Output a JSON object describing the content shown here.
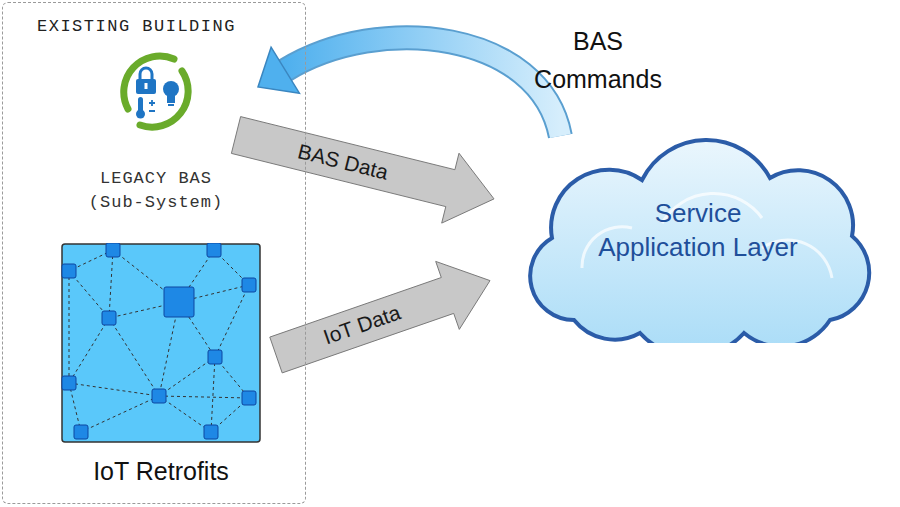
{
  "diagram": {
    "nodes": [
      {
        "text": [
          "EXISTING BUILDING"
        ]
      },
      {
        "text": [
          "LEGACY BAS (Sub-System)"
        ],
        "in": 0
      },
      {
        "text": [
          "IoT Retrofits"
        ],
        "in": 0
      },
      {
        "text": [
          "Service Application Layer"
        ]
      }
    ],
    "edges": [
      {
        "from": 1,
        "to": 3,
        "label": "BAS Data",
        "arrow": "to"
      },
      {
        "from": 2,
        "to": 3,
        "label": "IoT Data",
        "arrow": "to"
      },
      {
        "from": 3,
        "to": 1,
        "label": "BAS Commands",
        "arrow": "to"
      }
    ]
  }
}
